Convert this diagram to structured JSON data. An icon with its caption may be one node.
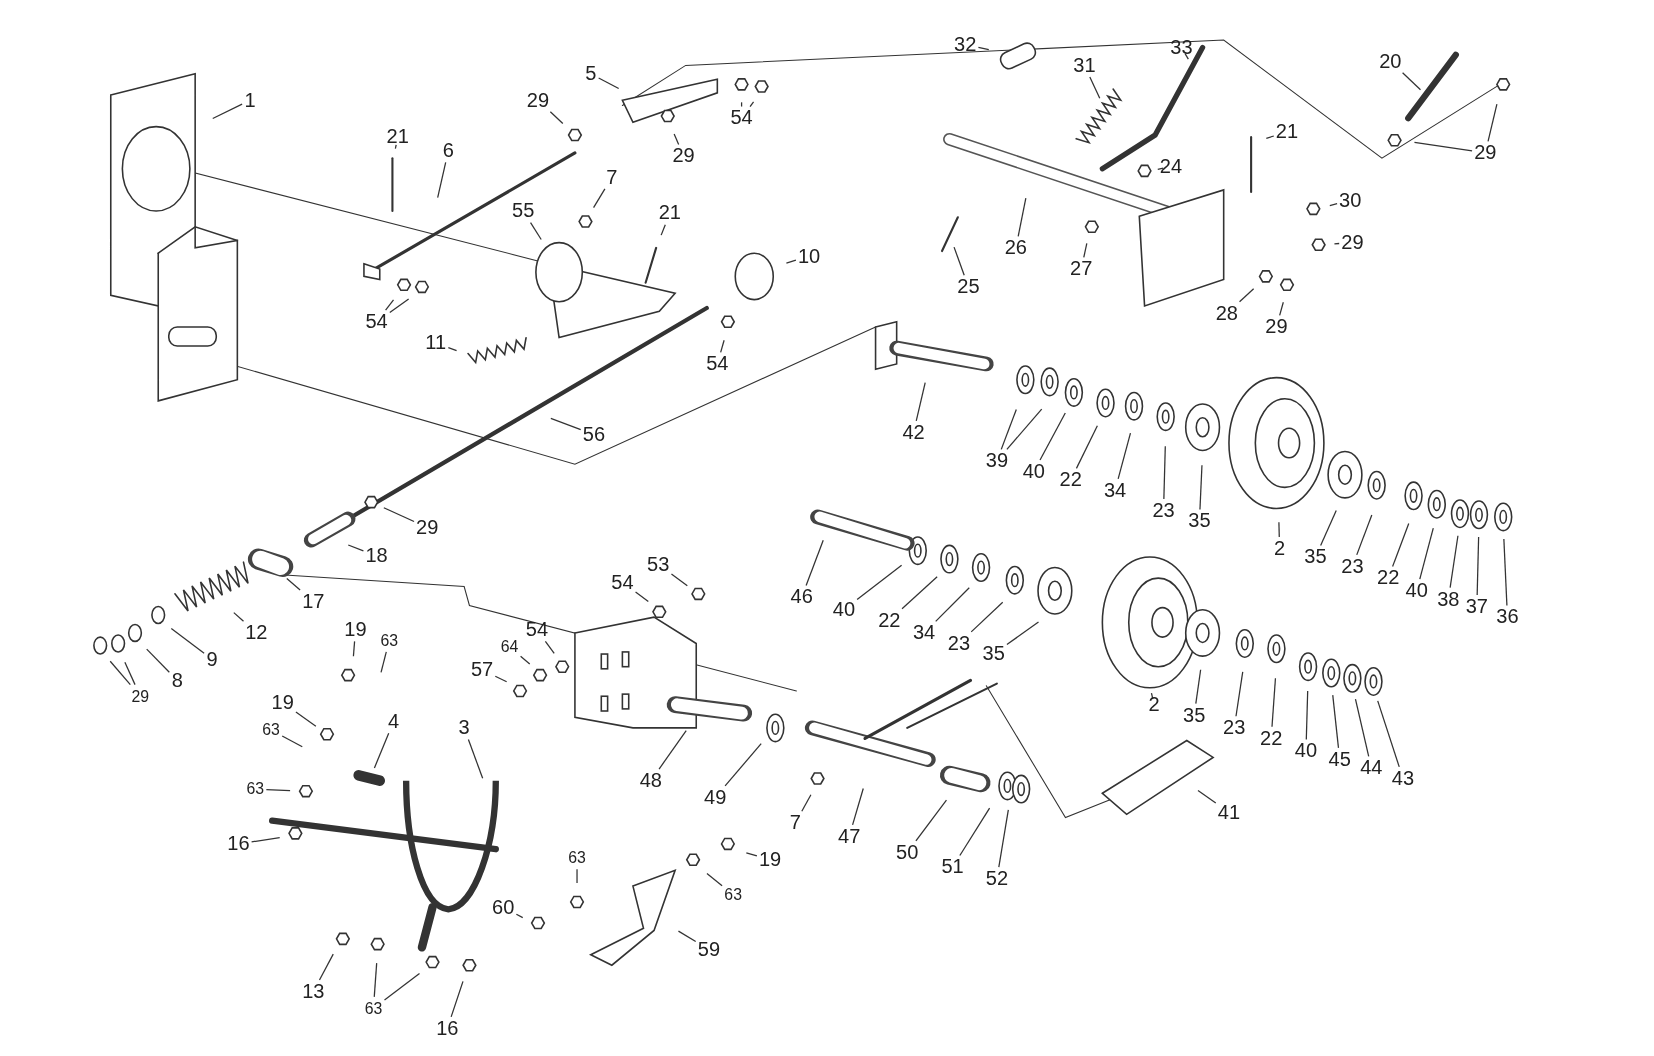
{
  "diagram": {
    "nodes": [
      {
        "text": [
          "1"
        ]
      },
      {
        "text": [
          "5"
        ]
      },
      {
        "text": [
          "29"
        ]
      },
      {
        "text": [
          "29"
        ]
      },
      {
        "text": [
          "54"
        ]
      },
      {
        "text": [
          "21"
        ]
      },
      {
        "text": [
          "6"
        ]
      },
      {
        "text": [
          "7"
        ]
      },
      {
        "text": [
          "55"
        ]
      },
      {
        "text": [
          "21"
        ]
      },
      {
        "text": [
          "10"
        ]
      },
      {
        "text": [
          "54"
        ]
      },
      {
        "text": [
          "11"
        ]
      },
      {
        "text": [
          "54"
        ]
      },
      {
        "text": [
          "56"
        ]
      },
      {
        "text": [
          "32"
        ]
      },
      {
        "text": [
          "31"
        ]
      },
      {
        "text": [
          "33"
        ]
      },
      {
        "text": [
          "20"
        ]
      },
      {
        "text": [
          "29"
        ]
      },
      {
        "text": [
          "21"
        ]
      },
      {
        "text": [
          "24"
        ]
      },
      {
        "text": [
          "30"
        ]
      },
      {
        "text": [
          "29"
        ]
      },
      {
        "text": [
          "26"
        ]
      },
      {
        "text": [
          "25"
        ]
      },
      {
        "text": [
          "27"
        ]
      },
      {
        "text": [
          "28"
        ]
      },
      {
        "text": [
          "29"
        ]
      },
      {
        "text": [
          "42"
        ]
      },
      {
        "text": [
          "39"
        ]
      },
      {
        "text": [
          "40"
        ]
      },
      {
        "text": [
          "22"
        ]
      },
      {
        "text": [
          "34"
        ]
      },
      {
        "text": [
          "23"
        ]
      },
      {
        "text": [
          "35"
        ]
      },
      {
        "text": [
          "2"
        ]
      },
      {
        "text": [
          "35"
        ]
      },
      {
        "text": [
          "23"
        ]
      },
      {
        "text": [
          "22"
        ]
      },
      {
        "text": [
          "40"
        ]
      },
      {
        "text": [
          "38"
        ]
      },
      {
        "text": [
          "37"
        ]
      },
      {
        "text": [
          "36"
        ]
      },
      {
        "text": [
          "46"
        ]
      },
      {
        "text": [
          "40"
        ]
      },
      {
        "text": [
          "22"
        ]
      },
      {
        "text": [
          "34"
        ]
      },
      {
        "text": [
          "23"
        ]
      },
      {
        "text": [
          "35"
        ]
      },
      {
        "text": [
          "2"
        ]
      },
      {
        "text": [
          "35"
        ]
      },
      {
        "text": [
          "23"
        ]
      },
      {
        "text": [
          "22"
        ]
      },
      {
        "text": [
          "40"
        ]
      },
      {
        "text": [
          "45"
        ]
      },
      {
        "text": [
          "44"
        ]
      },
      {
        "text": [
          "43"
        ]
      },
      {
        "text": [
          "29"
        ]
      },
      {
        "text": [
          "18"
        ]
      },
      {
        "text": [
          "17"
        ]
      },
      {
        "text": [
          "12"
        ]
      },
      {
        "text": [
          "9"
        ]
      },
      {
        "text": [
          "8"
        ]
      },
      {
        "text": [
          "29"
        ]
      },
      {
        "text": [
          "53"
        ]
      },
      {
        "text": [
          "54"
        ]
      },
      {
        "text": [
          "54"
        ]
      },
      {
        "text": [
          "64"
        ]
      },
      {
        "text": [
          "57"
        ]
      },
      {
        "text": [
          "19"
        ]
      },
      {
        "text": [
          "63"
        ]
      },
      {
        "text": [
          "19"
        ]
      },
      {
        "text": [
          "63"
        ]
      },
      {
        "text": [
          "4"
        ]
      },
      {
        "text": [
          "3"
        ]
      },
      {
        "text": [
          "63"
        ]
      },
      {
        "text": [
          "16"
        ]
      },
      {
        "text": [
          "48"
        ]
      },
      {
        "text": [
          "49"
        ]
      },
      {
        "text": [
          "7"
        ]
      },
      {
        "text": [
          "47"
        ]
      },
      {
        "text": [
          "50"
        ]
      },
      {
        "text": [
          "51"
        ]
      },
      {
        "text": [
          "52"
        ]
      },
      {
        "text": [
          "41"
        ]
      },
      {
        "text": [
          "19"
        ]
      },
      {
        "text": [
          "63"
        ]
      },
      {
        "text": [
          "63"
        ]
      },
      {
        "text": [
          "60"
        ]
      },
      {
        "text": [
          "59"
        ]
      },
      {
        "text": [
          "13"
        ]
      },
      {
        "text": [
          "63"
        ]
      },
      {
        "text": [
          "16"
        ]
      }
    ],
    "edges": [
      {
        "from": 0,
        "to": null,
        "arrow": "none"
      },
      {
        "from": 1,
        "to": null,
        "arrow": "none"
      },
      {
        "from": 2,
        "to": null,
        "arrow": "none"
      },
      {
        "from": 3,
        "to": null,
        "arrow": "none"
      },
      {
        "from": 4,
        "to": null,
        "arrow": "none"
      },
      {
        "from": 4,
        "to": null,
        "arrow": "none"
      },
      {
        "from": 5,
        "to": null,
        "arrow": "none"
      },
      {
        "from": 6,
        "to": null,
        "arrow": "none"
      },
      {
        "from": 7,
        "to": null,
        "arrow": "none"
      },
      {
        "from": 8,
        "to": null,
        "arrow": "none"
      },
      {
        "from": 9,
        "to": null,
        "arrow": "none"
      },
      {
        "from": 10,
        "to": null,
        "arrow": "none"
      },
      {
        "from": 11,
        "to": null,
        "arrow": "none"
      },
      {
        "from": 11,
        "to": null,
        "arrow": "none"
      },
      {
        "from": 12,
        "to": null,
        "arrow": "none"
      },
      {
        "from": 13,
        "to": null,
        "arrow": "none"
      },
      {
        "from": 14,
        "to": null,
        "arrow": "none"
      },
      {
        "from": 15,
        "to": null,
        "arrow": "none"
      },
      {
        "from": 16,
        "to": null,
        "arrow": "none"
      },
      {
        "from": 17,
        "to": null,
        "arrow": "none"
      },
      {
        "from": 18,
        "to": null,
        "arrow": "none"
      },
      {
        "from": 19,
        "to": null,
        "arrow": "none"
      },
      {
        "from": 19,
        "to": null,
        "arrow": "none"
      },
      {
        "from": 20,
        "to": null,
        "arrow": "none"
      },
      {
        "from": 21,
        "to": null,
        "arrow": "none"
      },
      {
        "from": 22,
        "to": null,
        "arrow": "none"
      },
      {
        "from": 23,
        "to": null,
        "arrow": "none"
      },
      {
        "from": 24,
        "to": null,
        "arrow": "none"
      },
      {
        "from": 25,
        "to": null,
        "arrow": "none"
      },
      {
        "from": 26,
        "to": null,
        "arrow": "none"
      },
      {
        "from": 27,
        "to": null,
        "arrow": "none"
      },
      {
        "from": 28,
        "to": null,
        "arrow": "none"
      },
      {
        "from": 29,
        "to": null,
        "arrow": "none"
      },
      {
        "from": 30,
        "to": null,
        "arrow": "none"
      },
      {
        "from": 30,
        "to": null,
        "arrow": "none"
      },
      {
        "from": 31,
        "to": null,
        "arrow": "none"
      },
      {
        "from": 32,
        "to": null,
        "arrow": "none"
      },
      {
        "from": 33,
        "to": null,
        "arrow": "none"
      },
      {
        "from": 34,
        "to": null,
        "arrow": "none"
      },
      {
        "from": 35,
        "to": null,
        "arrow": "none"
      },
      {
        "from": 36,
        "to": null,
        "arrow": "none"
      },
      {
        "from": 37,
        "to": null,
        "arrow": "none"
      },
      {
        "from": 38,
        "to": null,
        "arrow": "none"
      },
      {
        "from": 39,
        "to": null,
        "arrow": "none"
      },
      {
        "from": 40,
        "to": null,
        "arrow": "none"
      },
      {
        "from": 41,
        "to": null,
        "arrow": "none"
      },
      {
        "from": 42,
        "to": null,
        "arrow": "none"
      },
      {
        "from": 43,
        "to": null,
        "arrow": "none"
      },
      {
        "from": 44,
        "to": null,
        "arrow": "none"
      },
      {
        "from": 45,
        "to": null,
        "arrow": "none"
      },
      {
        "from": 46,
        "to": null,
        "arrow": "none"
      },
      {
        "from": 47,
        "to": null,
        "arrow": "none"
      },
      {
        "from": 48,
        "to": null,
        "arrow": "none"
      },
      {
        "from": 49,
        "to": null,
        "arrow": "none"
      },
      {
        "from": 50,
        "to": null,
        "arrow": "none"
      },
      {
        "from": 51,
        "to": null,
        "arrow": "none"
      },
      {
        "from": 52,
        "to": null,
        "arrow": "none"
      },
      {
        "from": 53,
        "to": null,
        "arrow": "none"
      },
      {
        "from": 54,
        "to": null,
        "arrow": "none"
      },
      {
        "from": 55,
        "to": null,
        "arrow": "none"
      },
      {
        "from": 56,
        "to": null,
        "arrow": "none"
      },
      {
        "from": 57,
        "to": null,
        "arrow": "none"
      },
      {
        "from": 58,
        "to": null,
        "arrow": "none"
      },
      {
        "from": 59,
        "to": null,
        "arrow": "none"
      },
      {
        "from": 60,
        "to": null,
        "arrow": "none"
      },
      {
        "from": 61,
        "to": null,
        "arrow": "none"
      },
      {
        "from": 62,
        "to": null,
        "arrow": "none"
      },
      {
        "from": 63,
        "to": null,
        "arrow": "none"
      },
      {
        "from": 64,
        "to": null,
        "arrow": "none"
      },
      {
        "from": 64,
        "to": null,
        "arrow": "none"
      },
      {
        "from": 65,
        "to": null,
        "arrow": "none"
      },
      {
        "from": 66,
        "to": null,
        "arrow": "none"
      },
      {
        "from": 67,
        "to": null,
        "arrow": "none"
      },
      {
        "from": 68,
        "to": null,
        "arrow": "none"
      },
      {
        "from": 69,
        "to": null,
        "arrow": "none"
      },
      {
        "from": 70,
        "to": null,
        "arrow": "none"
      },
      {
        "from": 71,
        "to": null,
        "arrow": "none"
      },
      {
        "from": 72,
        "to": null,
        "arrow": "none"
      },
      {
        "from": 73,
        "to": null,
        "arrow": "none"
      },
      {
        "from": 74,
        "to": null,
        "arrow": "none"
      },
      {
        "from": 75,
        "to": null,
        "arrow": "none"
      },
      {
        "from": 76,
        "to": null,
        "arrow": "none"
      },
      {
        "from": 77,
        "to": null,
        "arrow": "none"
      },
      {
        "from": 78,
        "to": null,
        "arrow": "none"
      },
      {
        "from": 79,
        "to": null,
        "arrow": "none"
      },
      {
        "from": 80,
        "to": null,
        "arrow": "none"
      },
      {
        "from": 81,
        "to": null,
        "arrow": "none"
      },
      {
        "from": 82,
        "to": null,
        "arrow": "none"
      },
      {
        "from": 83,
        "to": null,
        "arrow": "none"
      },
      {
        "from": 84,
        "to": null,
        "arrow": "none"
      },
      {
        "from": 85,
        "to": null,
        "arrow": "none"
      },
      {
        "from": 86,
        "to": null,
        "arrow": "none"
      },
      {
        "from": 87,
        "to": null,
        "arrow": "none"
      },
      {
        "from": 88,
        "to": null,
        "arrow": "none"
      },
      {
        "from": 89,
        "to": null,
        "arrow": "none"
      },
      {
        "from": 90,
        "to": null,
        "arrow": "none"
      },
      {
        "from": 91,
        "to": null,
        "arrow": "none"
      },
      {
        "from": 92,
        "to": null,
        "arrow": "none"
      },
      {
        "from": 92,
        "to": null,
        "arrow": "none"
      },
      {
        "from": 93,
        "to": null,
        "arrow": "none"
      }
    ]
  }
}
